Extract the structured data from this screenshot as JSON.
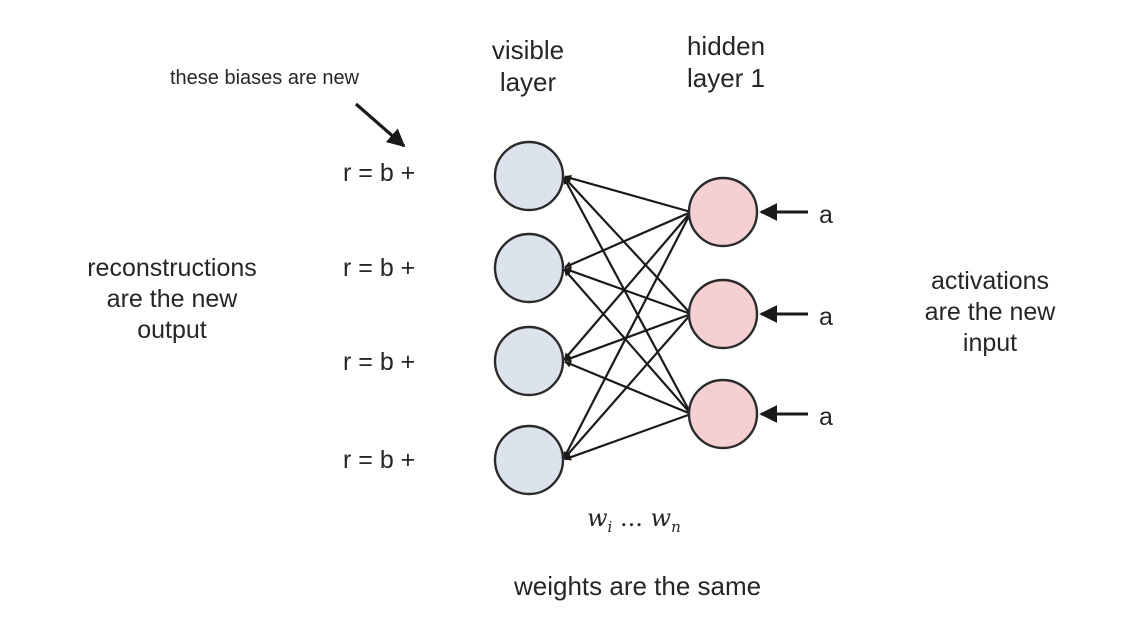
{
  "labels": {
    "visible_layer": [
      "visible",
      "layer"
    ],
    "hidden_layer": [
      "hidden",
      "layer 1"
    ],
    "biases_note": "these biases are new",
    "reconstructions": [
      "reconstructions",
      "are the new",
      "output"
    ],
    "activations": [
      "activations",
      "are the new",
      "input"
    ],
    "weights_caption": "weights are the same",
    "weights_symbol": {
      "first": "w",
      "first_sub": "i",
      "dots": " ... ",
      "last": "w",
      "last_sub": "n"
    }
  },
  "visible_nodes": [
    {
      "equation": "r = b +"
    },
    {
      "equation": "r = b +"
    },
    {
      "equation": "r = b +"
    },
    {
      "equation": "r = b +"
    }
  ],
  "hidden_nodes": [
    {
      "input": "a"
    },
    {
      "input": "a"
    },
    {
      "input": "a"
    }
  ],
  "colors": {
    "visible_fill": "#dce3ed",
    "hidden_fill": "#f4d0d2",
    "node_stroke": "#2b2b2b",
    "edge": "#1a1a1a",
    "text": "#262626"
  }
}
